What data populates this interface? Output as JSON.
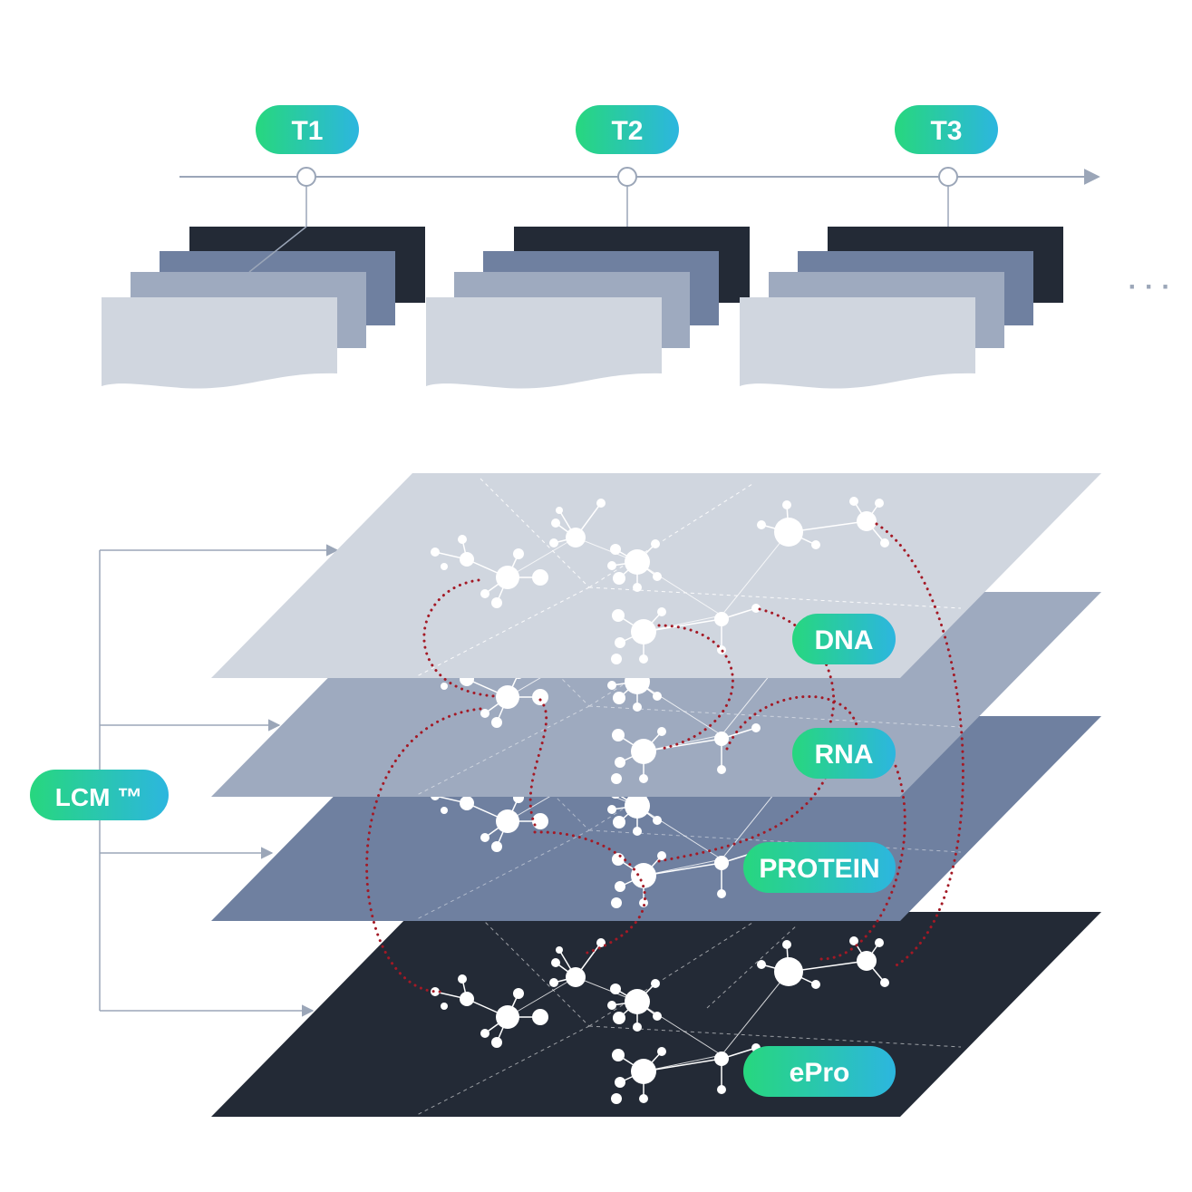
{
  "timeline": {
    "points": [
      {
        "label": "T1"
      },
      {
        "label": "T2"
      },
      {
        "label": "T3"
      }
    ],
    "continuation": "· · ·"
  },
  "side_label": {
    "text": "LCM ™"
  },
  "layers": [
    {
      "label": "DNA",
      "color": "#d0d6df"
    },
    {
      "label": "RNA",
      "color": "#9eaabf"
    },
    {
      "label": "PROTEIN",
      "color": "#6f80a0"
    },
    {
      "label": "ePro",
      "color": "#232a36"
    }
  ],
  "colors": {
    "pill_gradient_start": "#27d77e",
    "pill_gradient_end": "#2cb6df",
    "axis": "#9ba6b8",
    "link_dotted": "#a41925",
    "node": "#ffffff",
    "card_shades": [
      "#232a36",
      "#6f80a0",
      "#9eaabf",
      "#d0d6df"
    ]
  }
}
